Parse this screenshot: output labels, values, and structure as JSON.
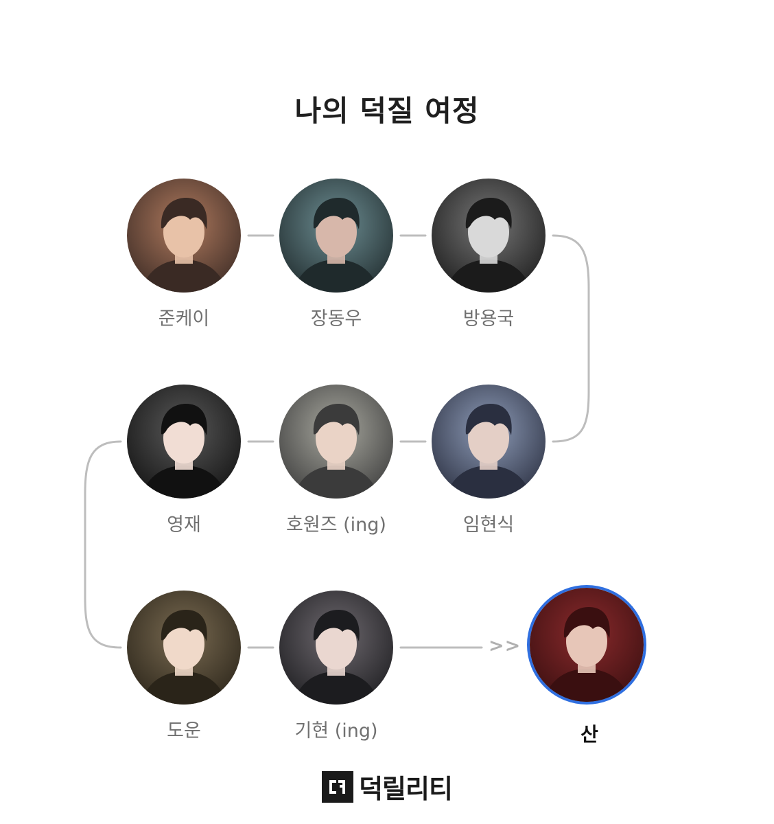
{
  "title": "나의 덕질 여정",
  "nodes": [
    {
      "name": "준케이",
      "tone": [
        "#3a2a24",
        "#b07a5e",
        "#e8c2a8"
      ]
    },
    {
      "name": "장동우",
      "tone": [
        "#1f2a2c",
        "#6d8e93",
        "#d7b7aa"
      ]
    },
    {
      "name": "방용국",
      "tone": [
        "#1b1b1b",
        "#777777",
        "#d9d9d9"
      ]
    },
    {
      "name": "임현식",
      "tone": [
        "#2a2f40",
        "#8e9cb8",
        "#e4cfc6"
      ]
    },
    {
      "name": "호원즈 (ing)",
      "tone": [
        "#3b3b3b",
        "#a9a9a0",
        "#ead3c6"
      ]
    },
    {
      "name": "영재",
      "tone": [
        "#111111",
        "#5a5a5a",
        "#f1ddd4"
      ]
    },
    {
      "name": "도운",
      "tone": [
        "#2a2419",
        "#7a6b52",
        "#f0d9c9"
      ]
    },
    {
      "name": "기현 (ing)",
      "tone": [
        "#1c1c1f",
        "#6f6a70",
        "#ead7d0"
      ]
    }
  ],
  "current": {
    "name": "산",
    "tone": [
      "#3a0f10",
      "#8a2a2c",
      "#e7c6b8"
    ],
    "ring_color": "#2f6fe0"
  },
  "arrow": ">>",
  "brand": {
    "name": "덕릴리티"
  }
}
